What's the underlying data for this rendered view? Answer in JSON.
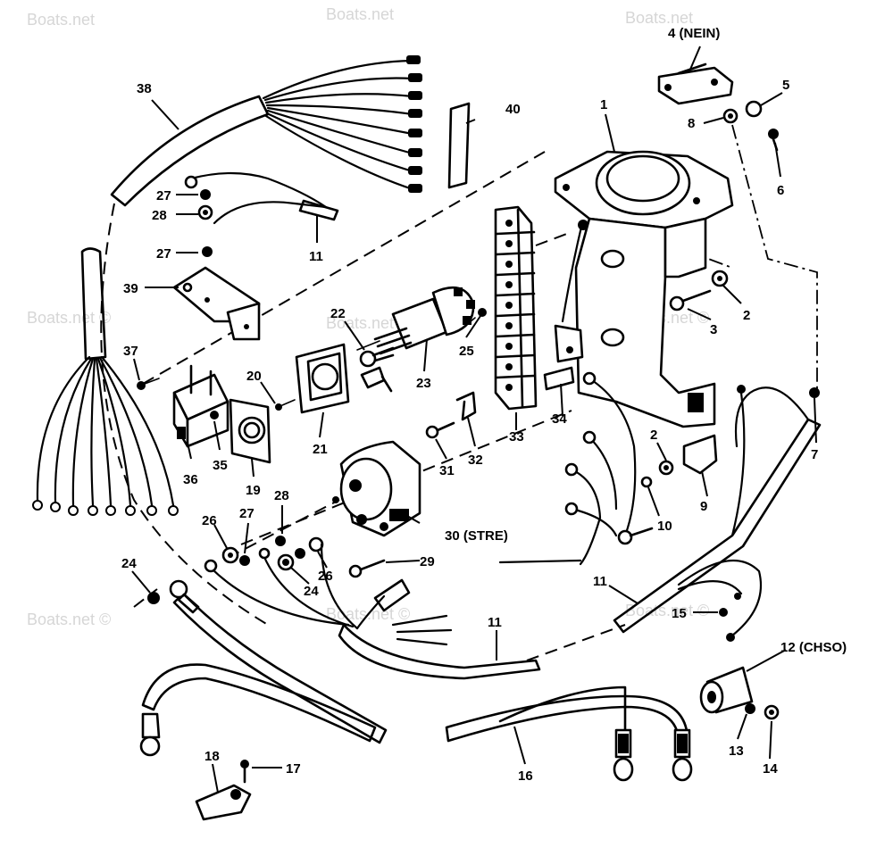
{
  "watermark": "Boats.net",
  "watermark_copyright": "Boats.net ©",
  "callouts": [
    {
      "id": "c1",
      "text": "1"
    },
    {
      "id": "c2a",
      "text": "2"
    },
    {
      "id": "c2b",
      "text": "2"
    },
    {
      "id": "c3",
      "text": "3"
    },
    {
      "id": "c4",
      "text": "4 (NEIN)"
    },
    {
      "id": "c5",
      "text": "5"
    },
    {
      "id": "c6",
      "text": "6"
    },
    {
      "id": "c7",
      "text": "7"
    },
    {
      "id": "c8",
      "text": "8"
    },
    {
      "id": "c9",
      "text": "9"
    },
    {
      "id": "c10",
      "text": "10"
    },
    {
      "id": "c11a",
      "text": "11"
    },
    {
      "id": "c11b",
      "text": "11"
    },
    {
      "id": "c11c",
      "text": "11"
    },
    {
      "id": "c12",
      "text": "12 (CHSO)"
    },
    {
      "id": "c13",
      "text": "13"
    },
    {
      "id": "c14",
      "text": "14"
    },
    {
      "id": "c15",
      "text": "15"
    },
    {
      "id": "c16",
      "text": "16"
    },
    {
      "id": "c17",
      "text": "17"
    },
    {
      "id": "c18",
      "text": "18"
    },
    {
      "id": "c19",
      "text": "19"
    },
    {
      "id": "c20",
      "text": "20"
    },
    {
      "id": "c21",
      "text": "21"
    },
    {
      "id": "c22",
      "text": "22"
    },
    {
      "id": "c23",
      "text": "23"
    },
    {
      "id": "c24a",
      "text": "24"
    },
    {
      "id": "c24b",
      "text": "24"
    },
    {
      "id": "c25",
      "text": "25"
    },
    {
      "id": "c26a",
      "text": "26"
    },
    {
      "id": "c26b",
      "text": "26"
    },
    {
      "id": "c27a",
      "text": "27"
    },
    {
      "id": "c27b",
      "text": "27"
    },
    {
      "id": "c27c",
      "text": "27"
    },
    {
      "id": "c28a",
      "text": "28"
    },
    {
      "id": "c28b",
      "text": "28"
    },
    {
      "id": "c29",
      "text": "29"
    },
    {
      "id": "c30",
      "text": "30 (STRE)"
    },
    {
      "id": "c31",
      "text": "31"
    },
    {
      "id": "c32",
      "text": "32"
    },
    {
      "id": "c33",
      "text": "33"
    },
    {
      "id": "c34",
      "text": "34"
    },
    {
      "id": "c35",
      "text": "35"
    },
    {
      "id": "c36",
      "text": "36"
    },
    {
      "id": "c37",
      "text": "37"
    },
    {
      "id": "c38",
      "text": "38"
    },
    {
      "id": "c39",
      "text": "39"
    },
    {
      "id": "c40",
      "text": "40"
    }
  ]
}
